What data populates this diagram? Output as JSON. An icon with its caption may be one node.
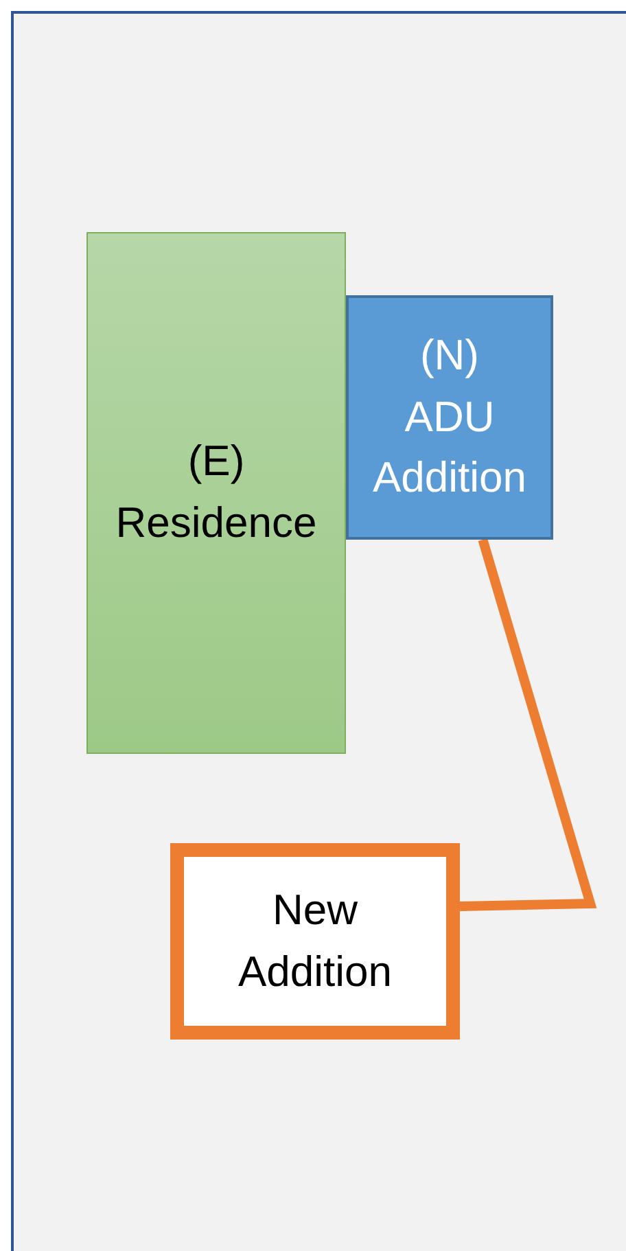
{
  "diagram": {
    "nodes": [
      {
        "text": [
          "(E) Residence"
        ]
      },
      {
        "text": [
          "(N) ADU Addition"
        ]
      },
      {
        "text": [
          "New Addition"
        ]
      }
    ],
    "edges": [
      {
        "from": 2,
        "to": 1,
        "arrow": "none",
        "color": "#ed7d31"
      }
    ]
  }
}
